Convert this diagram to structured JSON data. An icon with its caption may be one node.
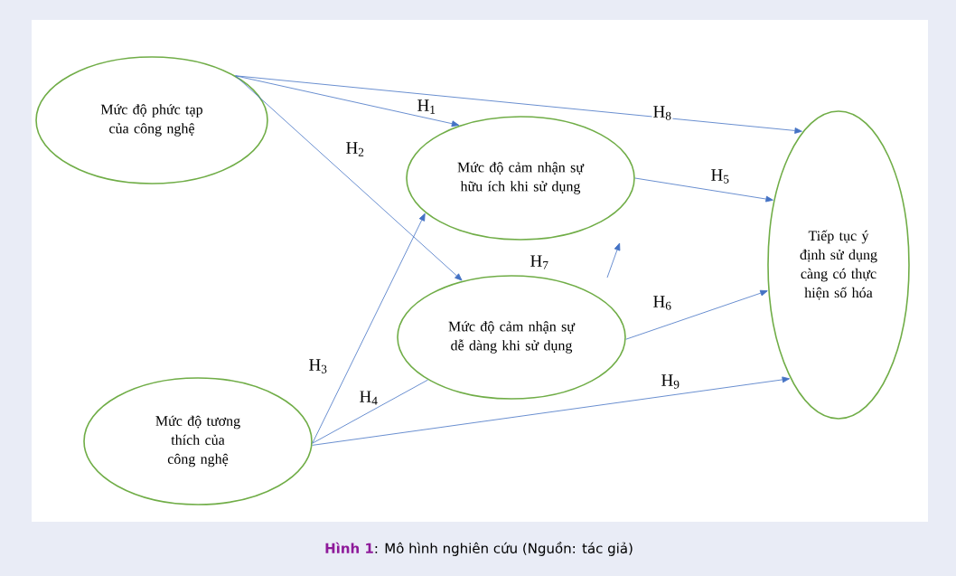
{
  "diagram": {
    "caption": "**Hình 1**: Mô hình nghiên cứu (Nguồn: tác giả)",
    "nodes": [
      {
        "text": [
          "Mức độ phức tạp của công nghệ"
        ]
      },
      {
        "text": [
          "Mức độ cảm nhận sự hữu ích khi sử dụng"
        ]
      },
      {
        "text": [
          "Mức độ cảm nhận sự dễ dàng khi sử dụng"
        ]
      },
      {
        "text": [
          "Mức độ tương thích của công nghệ"
        ]
      },
      {
        "text": [
          "Tiếp tục ý định sử dụng càng có thực hiện số hóa"
        ]
      }
    ],
    "edges": [
      {
        "from": 0,
        "to": 1,
        "arrow": "to",
        "label": "H$_{1}$"
      },
      {
        "from": 0,
        "to": 2,
        "arrow": "to",
        "label": "H$_{2}$"
      },
      {
        "from": 3,
        "to": 1,
        "arrow": "to",
        "label": "H$_{3}$"
      },
      {
        "from": 3,
        "to": 2,
        "arrow": "none",
        "label": "H$_{4}$"
      },
      {
        "from": 1,
        "to": 4,
        "arrow": "to",
        "label": "H$_{5}$"
      },
      {
        "from": 2,
        "to": 4,
        "arrow": "to",
        "label": "H$_{6}$"
      },
      {
        "from": 2,
        "to": 1,
        "arrow": "to",
        "label": "H$_{7}$"
      },
      {
        "from": 0,
        "to": 4,
        "arrow": "to",
        "label": "H$_{8}$"
      },
      {
        "from": 3,
        "to": 4,
        "arrow": "to",
        "label": "H$_{9}$"
      }
    ]
  }
}
